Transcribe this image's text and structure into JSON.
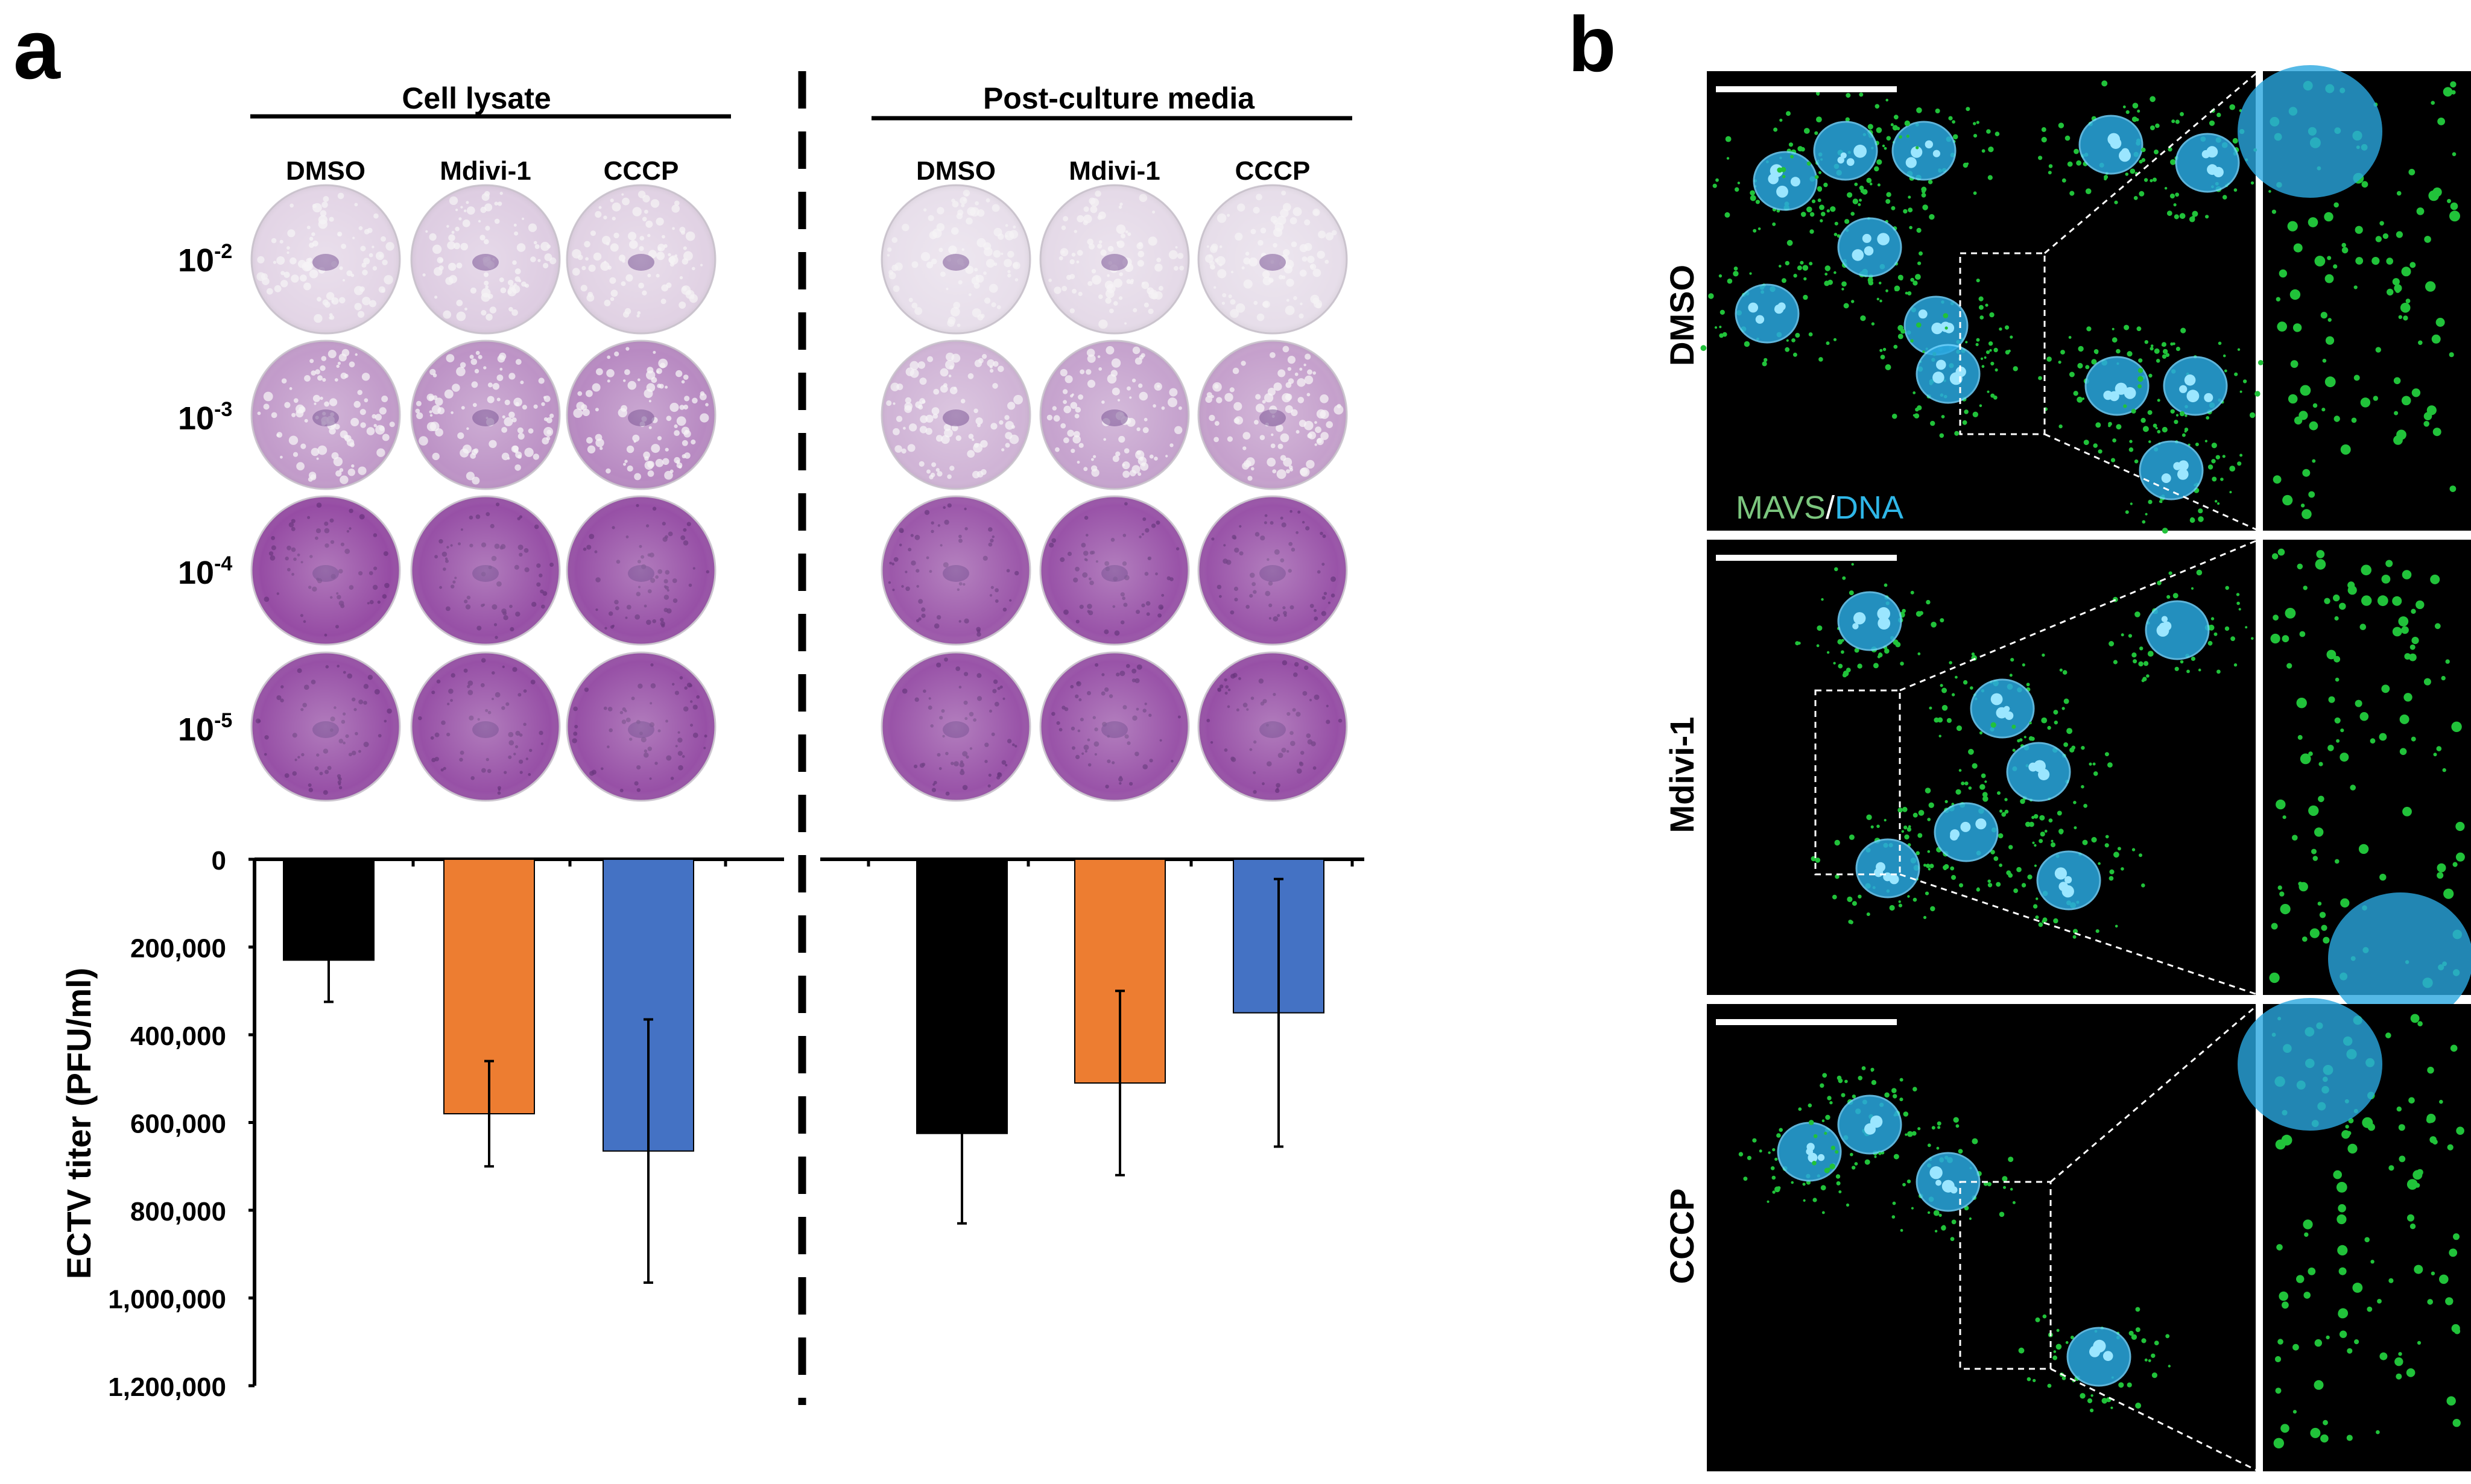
{
  "panel_labels": {
    "a": "a",
    "b": "b"
  },
  "plaque_assay": {
    "groups": [
      {
        "title": "Cell lysate",
        "columns": [
          "DMSO",
          "Mdivi-1",
          "CCCP"
        ]
      },
      {
        "title": "Post-culture media",
        "columns": [
          "DMSO",
          "Mdivi-1",
          "CCCP"
        ]
      }
    ],
    "dilutions": [
      {
        "base": "10",
        "exp": "-2"
      },
      {
        "base": "10",
        "exp": "-3"
      },
      {
        "base": "10",
        "exp": "-4"
      },
      {
        "base": "10",
        "exp": "-5"
      }
    ],
    "stain_intensity": [
      [
        0.1,
        0.15,
        0.12,
        0.04,
        0.07,
        0.05
      ],
      [
        0.45,
        0.5,
        0.55,
        0.3,
        0.4,
        0.42
      ],
      [
        0.92,
        0.9,
        0.9,
        0.85,
        0.88,
        0.88
      ],
      [
        0.9,
        0.9,
        0.9,
        0.88,
        0.88,
        0.9
      ]
    ]
  },
  "chart_data": {
    "type": "bar",
    "orientation": "inverted-y",
    "ylabel": "ECTV titer (PFU/ml)",
    "ylim": [
      0,
      1200000
    ],
    "yticks": [
      "0",
      "200,000",
      "400,000",
      "600,000",
      "800,000",
      "1,000,000",
      "1,200,000"
    ],
    "groups": [
      "Cell lysate",
      "Post-culture media"
    ],
    "categories": [
      "DMSO",
      "Mdivi-1",
      "CCCP"
    ],
    "colors": [
      "#000000",
      "#ed7d31",
      "#4472c4"
    ],
    "values": [
      [
        230000,
        580000,
        665000
      ],
      [
        625000,
        510000,
        350000
      ]
    ],
    "errors": [
      [
        95000,
        120000,
        300000
      ],
      [
        205000,
        210000,
        305000
      ]
    ]
  },
  "microscopy": {
    "rows": [
      "DMSO",
      "Mdivi-1",
      "CCCP"
    ],
    "stain_labels": {
      "first": "MAVS",
      "sep": "/",
      "second": "DNA"
    },
    "colors": {
      "mavs": "#7bc67e",
      "dna": "#2fb7e8",
      "background": "#000000",
      "nucleus": "#2aa8e0",
      "mito": "#21c23a"
    }
  }
}
